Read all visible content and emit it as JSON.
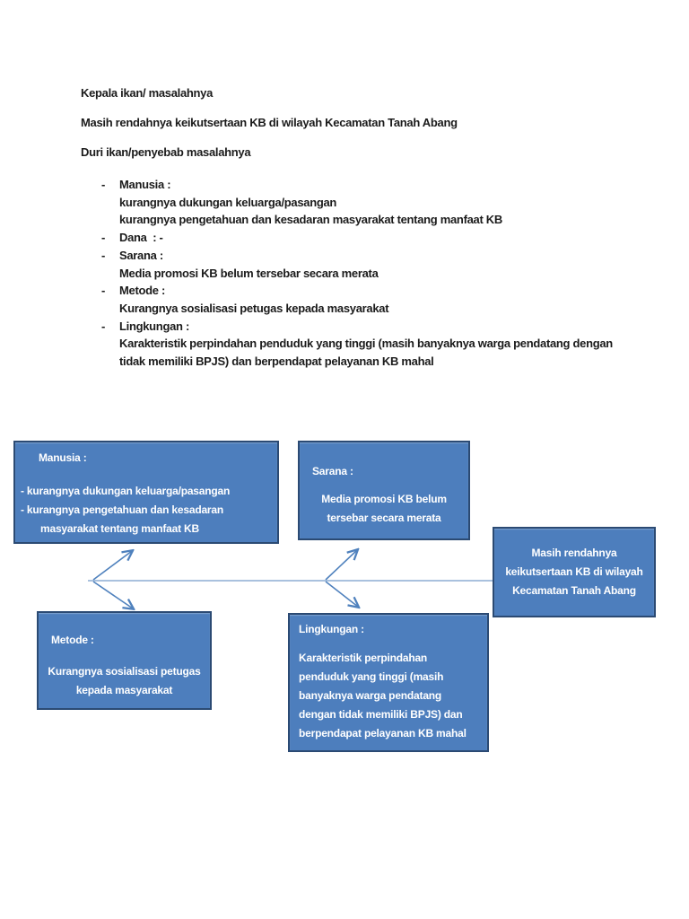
{
  "document": {
    "fish_head_label": "Kepala ikan/ masalahnya",
    "problem_statement": "Masih rendahnya keikutsertaan KB di wilayah Kecamatan Tanah Abang",
    "fish_bones_label": "Duri ikan/penyebab masalahnya",
    "bullet": "-",
    "causes": [
      {
        "label": "Manusia :",
        "details": [
          "kurangnya dukungan keluarga/pasangan",
          "kurangnya pengetahuan dan kesadaran masyarakat tentang manfaat KB"
        ]
      },
      {
        "label": "Dana  : -",
        "details": []
      },
      {
        "label": "Sarana :",
        "details": [
          "Media promosi KB belum tersebar secara merata"
        ]
      },
      {
        "label": "Metode :",
        "details": [
          "Kurangnya sosialisasi petugas kepada masyarakat"
        ]
      },
      {
        "label": "Lingkungan :",
        "details": [
          "Karakteristik perpindahan penduduk yang tinggi (masih banyaknya warga pendatang dengan",
          "tidak memiliki BPJS) dan berpendapat pelayanan KB mahal"
        ]
      }
    ]
  },
  "diagram": {
    "colors": {
      "box_fill": "#4d7ebd",
      "box_border": "#2b4a73",
      "spine": "#a9c1de",
      "arrow": "#4f81bd",
      "box_text": "#ffffff"
    },
    "boxes": {
      "manusia": {
        "title": "Manusia :",
        "lines": [
          "- kurangnya dukungan keluarga/pasangan",
          "- kurangnya pengetahuan dan kesadaran",
          "masyarakat tentang manfaat KB"
        ]
      },
      "sarana": {
        "title": "Sarana :",
        "lines": [
          "Media promosi KB belum",
          "tersebar secara merata"
        ]
      },
      "metode": {
        "title": "Metode :",
        "lines": [
          "Kurangnya sosialisasi petugas",
          "kepada masyarakat"
        ]
      },
      "lingkungan": {
        "title": "Lingkungan :",
        "lines": [
          "Karakteristik perpindahan",
          "penduduk yang tinggi (masih",
          "banyaknya warga pendatang",
          "dengan tidak memiliki BPJS) dan",
          "berpendapat pelayanan KB mahal"
        ]
      },
      "effect": {
        "lines": [
          "Masih rendahnya",
          "keikutsertaan KB di wilayah",
          "Kecamatan Tanah Abang"
        ]
      }
    }
  }
}
